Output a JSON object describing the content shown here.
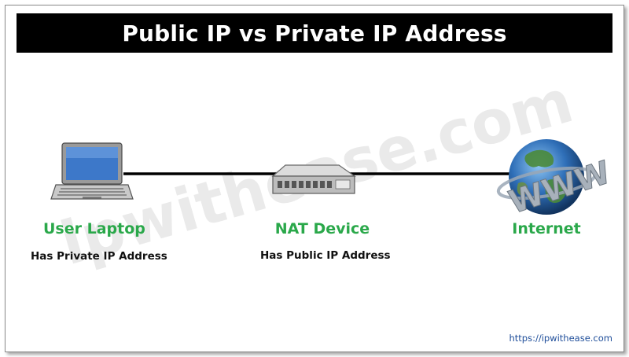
{
  "title": "Public IP vs Private IP Address",
  "watermark": "ipwithease.com",
  "nodes": {
    "laptop": {
      "label": "User Laptop",
      "description": "Has Private IP Address",
      "icon": "laptop-icon"
    },
    "nat": {
      "label": "NAT Device",
      "description": "Has Public IP Address",
      "icon": "nat-router-icon"
    },
    "internet": {
      "label": "Internet",
      "icon": "globe-www-icon"
    }
  },
  "footer": {
    "url": "https://ipwithease.com"
  },
  "colors": {
    "title_bg": "#000000",
    "title_text": "#ffffff",
    "label_green": "#2aa84a",
    "link": "#000000",
    "footer_text": "#1f4e9a"
  }
}
